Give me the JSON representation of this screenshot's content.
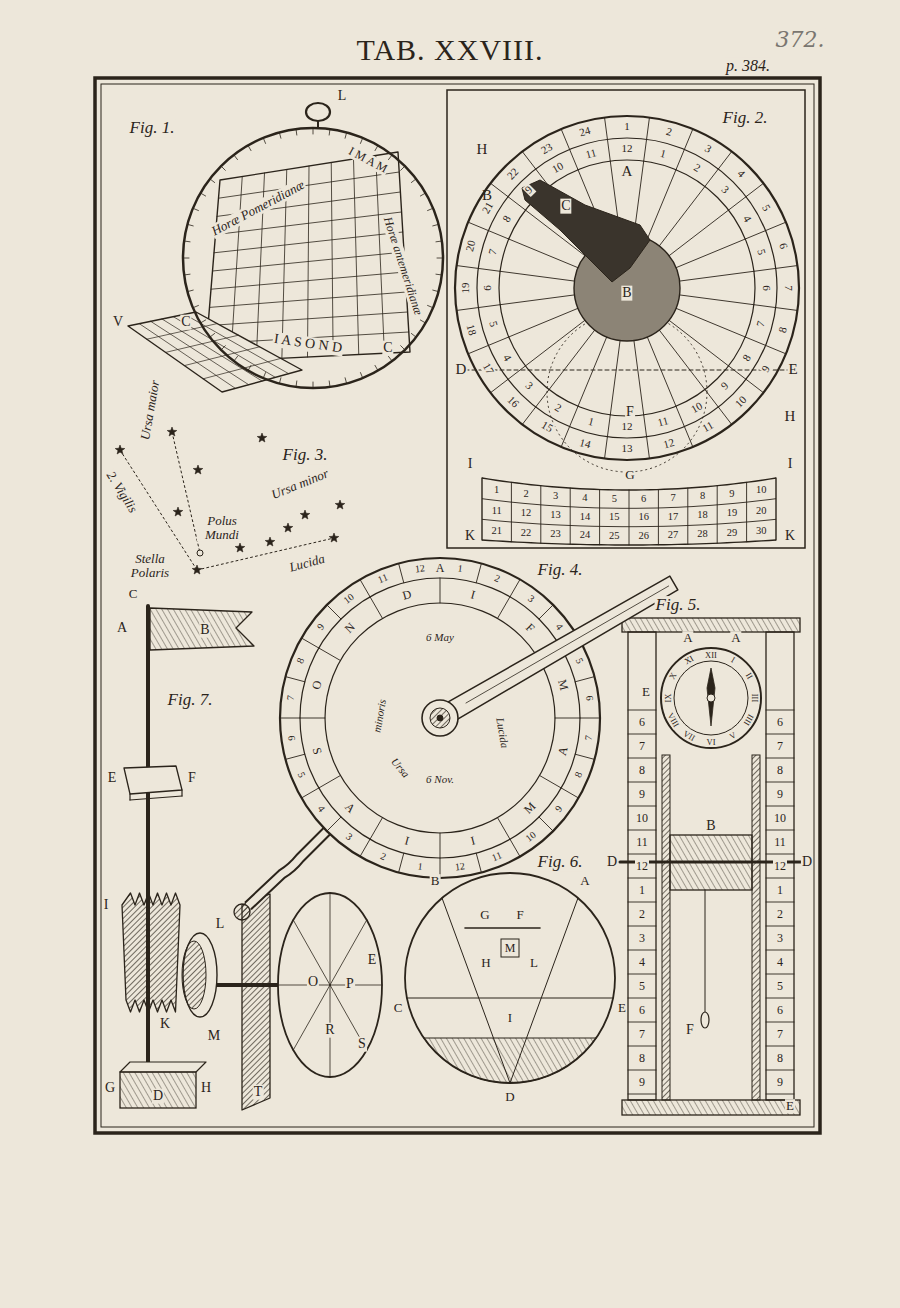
{
  "diagram": {
    "title": "TAB. XXVIII.",
    "nodes": [
      {
        "text": [
          "Horæ Pomeridianæ",
          "Horæ antemeridianæ",
          "I A S O N D",
          "I M A M",
          "B",
          "C"
        ]
      },
      {
        "text": [
          "1",
          "2",
          "3",
          "4",
          "5",
          "6",
          "7",
          "8",
          "9",
          "10",
          "11",
          "12",
          "13",
          "14",
          "15",
          "16",
          "17",
          "18",
          "19",
          "20",
          "21",
          "22",
          "23",
          "24",
          "12",
          "1",
          "2",
          "3",
          "4",
          "5",
          "6",
          "7",
          "8",
          "9",
          "10",
          "11",
          "12",
          "1",
          "2",
          "3",
          "4",
          "5",
          "6",
          "7",
          "8",
          "9",
          "10",
          "11"
        ]
      },
      {
        "text": [
          "1",
          "2",
          "3",
          "4",
          "5",
          "6",
          "7",
          "8",
          "9",
          "10",
          "11",
          "12",
          "13",
          "14",
          "15",
          "16",
          "17",
          "18",
          "19",
          "20",
          "21",
          "22",
          "23",
          "24",
          "25",
          "26",
          "27",
          "28",
          "29",
          "30"
        ]
      },
      {
        "text": [
          "A",
          "1",
          "2",
          "3",
          "4",
          "5",
          "6",
          "7",
          "8",
          "9",
          "10",
          "11",
          "12",
          "1",
          "2",
          "3",
          "4",
          "5",
          "6",
          "7",
          "8",
          "9",
          "10",
          "11",
          "12",
          "I",
          "F",
          "M",
          "A",
          "M",
          "I",
          "I",
          "A",
          "S",
          "O",
          "N",
          "D",
          "6 May",
          "6 Nov.",
          "Ursa",
          "minoris",
          "Lucida"
        ]
      },
      {
        "text": [
          "XII",
          "I",
          "II",
          "III",
          "IIII",
          "V",
          "VI",
          "VII",
          "VIII",
          "IX",
          "X",
          "XI"
        ]
      },
      {
        "text": [
          "B",
          "A",
          "G",
          "F",
          "M",
          "H",
          "L",
          "C",
          "E",
          "I",
          "D"
        ]
      }
    ],
    "labels": [
      "372.",
      "p. 384.",
      "Fig. 1.",
      "L",
      "V",
      "C",
      "Fig. 2.",
      "H",
      "A",
      "C",
      "B",
      "D",
      "E",
      "F",
      "H",
      "G",
      "I",
      "I",
      "K",
      "K",
      "Fig. 3.",
      "Ursa maior",
      "2. Vigilis",
      "Polus Mundi",
      "Stella Polaris",
      "Ursa minor",
      "Lucida",
      "C",
      "A",
      "B",
      "Fig. 7.",
      "E",
      "F",
      "I",
      "L",
      "K",
      "M",
      "G",
      "D",
      "H",
      "Fig. 4.",
      "Fig. 5.",
      "A",
      "A",
      "E",
      "B",
      "D",
      "D",
      "F",
      "E",
      "Fig. 6.",
      "6",
      "7",
      "8",
      "9",
      "10",
      "11",
      "12",
      "1",
      "2",
      "3",
      "4",
      "5",
      "6",
      "7",
      "8",
      "9",
      "6",
      "7",
      "8",
      "9",
      "10",
      "11",
      "12",
      "1",
      "2",
      "3",
      "4",
      "5",
      "6",
      "7",
      "8",
      "9",
      "O",
      "P",
      "R",
      "S",
      "E",
      "T"
    ]
  }
}
